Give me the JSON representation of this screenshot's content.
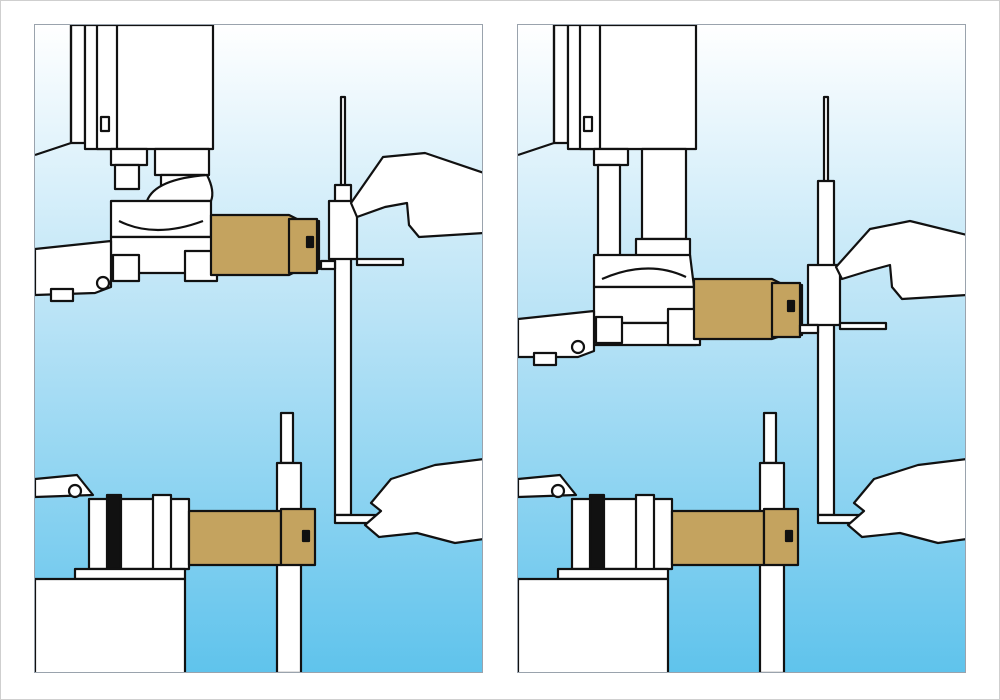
{
  "figure": {
    "panel_count": 2,
    "panels": [
      {
        "id": "left",
        "state": "upper-die-raised"
      },
      {
        "id": "right",
        "state": "upper-die-lowered"
      }
    ],
    "colors": {
      "background_top": "#ffffff",
      "background_bottom": "#5fc3ec",
      "workpiece": "#c4a35f",
      "outline": "#111111",
      "part_fill": "#ffffff",
      "panel_border": "#9aa3ad"
    },
    "icons": [
      "height-gauge-icon",
      "hand-icon",
      "press-ram-icon",
      "punch-holder-icon",
      "die-holder-icon"
    ]
  }
}
